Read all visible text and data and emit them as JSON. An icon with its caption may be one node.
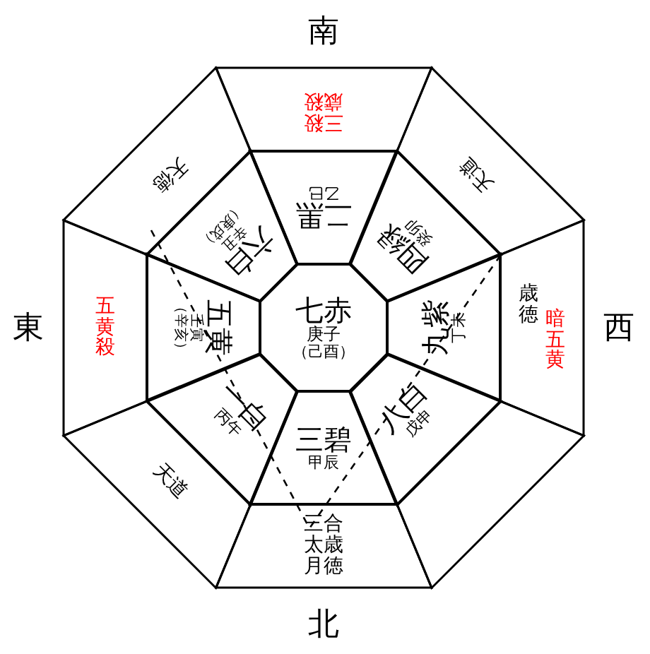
{
  "diagram": {
    "nodes": [
      {
        "text": [
          "七赤",
          "庚子",
          "（己酉）"
        ]
      },
      {
        "text": [
          "二黒",
          "乙巳"
        ]
      },
      {
        "text": [
          "四緑",
          "癸卯"
        ]
      },
      {
        "text": [
          "九紫",
          "丁未"
        ]
      },
      {
        "text": [
          "八白",
          "戊申"
        ]
      },
      {
        "text": [
          "三碧",
          "甲辰"
        ]
      },
      {
        "text": [
          "一白",
          "丙午"
        ]
      },
      {
        "text": [
          "五黄",
          "壬寅",
          "（辛亥）"
        ]
      },
      {
        "text": [
          "六白",
          "辛丑",
          "（庚戌）"
        ]
      },
      {
        "text": [
          "三殺",
          "歳殺"
        ]
      },
      {
        "text": [
          "天道"
        ]
      },
      {
        "text": [
          "歳徳",
          "暗五黄"
        ]
      },
      {
        "text": [],
        "shape": "box"
      },
      {
        "text": [
          "三合",
          "太歳",
          "月徳"
        ]
      },
      {
        "text": [
          "天道"
        ]
      },
      {
        "text": [
          "五黄殺"
        ]
      },
      {
        "text": [
          "天徳"
        ]
      }
    ],
    "labels": [
      "南",
      "東",
      "西",
      "北"
    ]
  }
}
